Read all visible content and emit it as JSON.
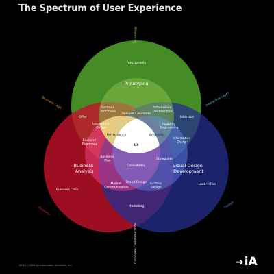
{
  "title": "The Spectrum of User Experience",
  "footer_credit": "V0.5 (c) 2009 by Information Architects, Inc.",
  "brand": {
    "arrow": "➜",
    "text": "iA"
  },
  "colors": {
    "green": "#4d9a2a",
    "red": "#c4122a",
    "blue": "#242f8f",
    "yellow_core": "#f3ef8a",
    "white_core": "#ffffff"
  },
  "edge_labels": {
    "technology": "Technology",
    "business_logic": "Business Logic",
    "interactive_layer": "Interactive Layer",
    "business": "Business",
    "design": "Design",
    "corporate_communication": "Corporate Communication"
  },
  "regions": {
    "functionality": "Functionality",
    "prototyping": "Prototyping",
    "frontend_processes": [
      "Frontend",
      "Processes"
    ],
    "information_architecture": [
      "Information",
      "Architecture"
    ],
    "offer": "Offer",
    "interface": "Interface",
    "release_candidate": "Release Candidate",
    "interaction_design": [
      "Interaction",
      "Design"
    ],
    "usability_engineering": [
      "Usability",
      "Engineering"
    ],
    "performance": "Performance",
    "simplicity": "Simplicity",
    "ux": "UX",
    "backend_processes": [
      "Backend",
      "Processes"
    ],
    "information_design": [
      "Information",
      "Design"
    ],
    "business_plan": [
      "Business",
      "Plan"
    ],
    "styleguide": "Styleguide",
    "consistency": "Consistency",
    "business_analysis": [
      "Business",
      "Analysis"
    ],
    "visual_design_development": [
      "Visual Design",
      "Development"
    ],
    "brand_design": "Brand Design",
    "market_communication": [
      "Market",
      "Communication"
    ],
    "surface_design": [
      "Surface",
      "Design"
    ],
    "business_case": "Business Case",
    "look_and_feel": "Look 'n Feel",
    "marketing": "Marketing"
  }
}
